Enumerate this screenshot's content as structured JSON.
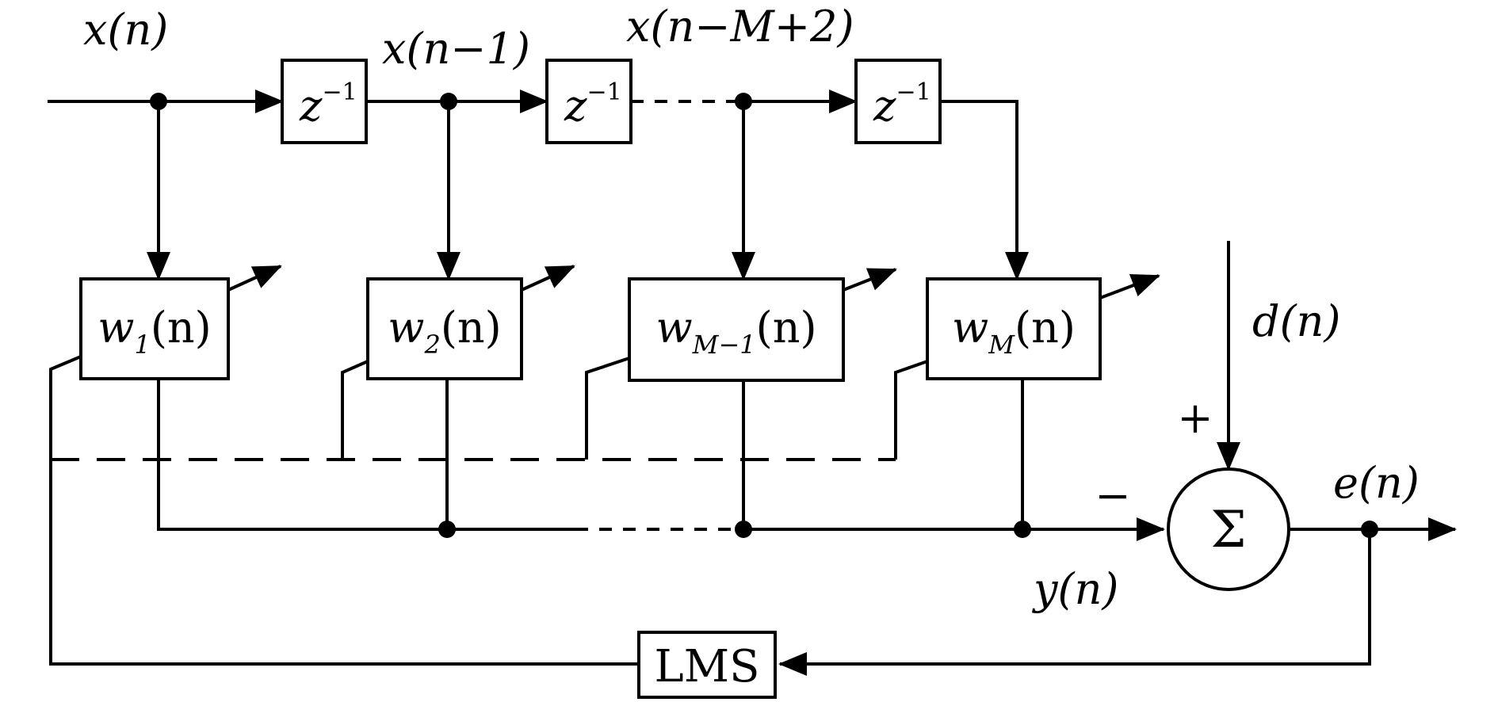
{
  "signals": {
    "x_n": "x(n)",
    "x_n_minus_1": "x(n−1)",
    "x_n_minus_M_plus_2": "x(n−M+2)",
    "d_n": "d(n)",
    "e_n": "e(n)",
    "y_n": "y(n)"
  },
  "delay": {
    "base": "z",
    "exp": "−1"
  },
  "weights": [
    {
      "base": "w",
      "sub": "1",
      "arg": "(n)"
    },
    {
      "base": "w",
      "sub": "2",
      "arg": "(n)"
    },
    {
      "base": "w",
      "sub": "M−1",
      "arg": "(n)"
    },
    {
      "base": "w",
      "sub": "M",
      "arg": "(n)"
    }
  ],
  "summer": {
    "symbol": "Σ",
    "plus": "+",
    "minus": "−"
  },
  "lms": {
    "label": "LMS"
  }
}
